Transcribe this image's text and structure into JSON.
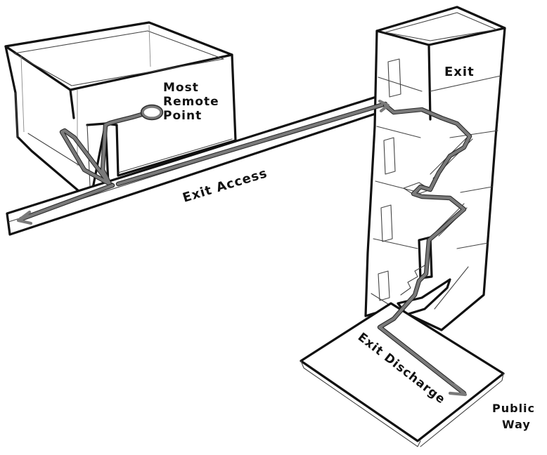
{
  "labels": {
    "most_remote_point": [
      "Most",
      "Remote",
      "Point"
    ],
    "exit": "Exit",
    "exit_access": "Exit Access",
    "exit_discharge": "Exit Discharge",
    "public_way": [
      "Public",
      "Way"
    ]
  },
  "colors": {
    "ink": "#111111",
    "path": "#7a7a7a",
    "background": "#ffffff"
  }
}
